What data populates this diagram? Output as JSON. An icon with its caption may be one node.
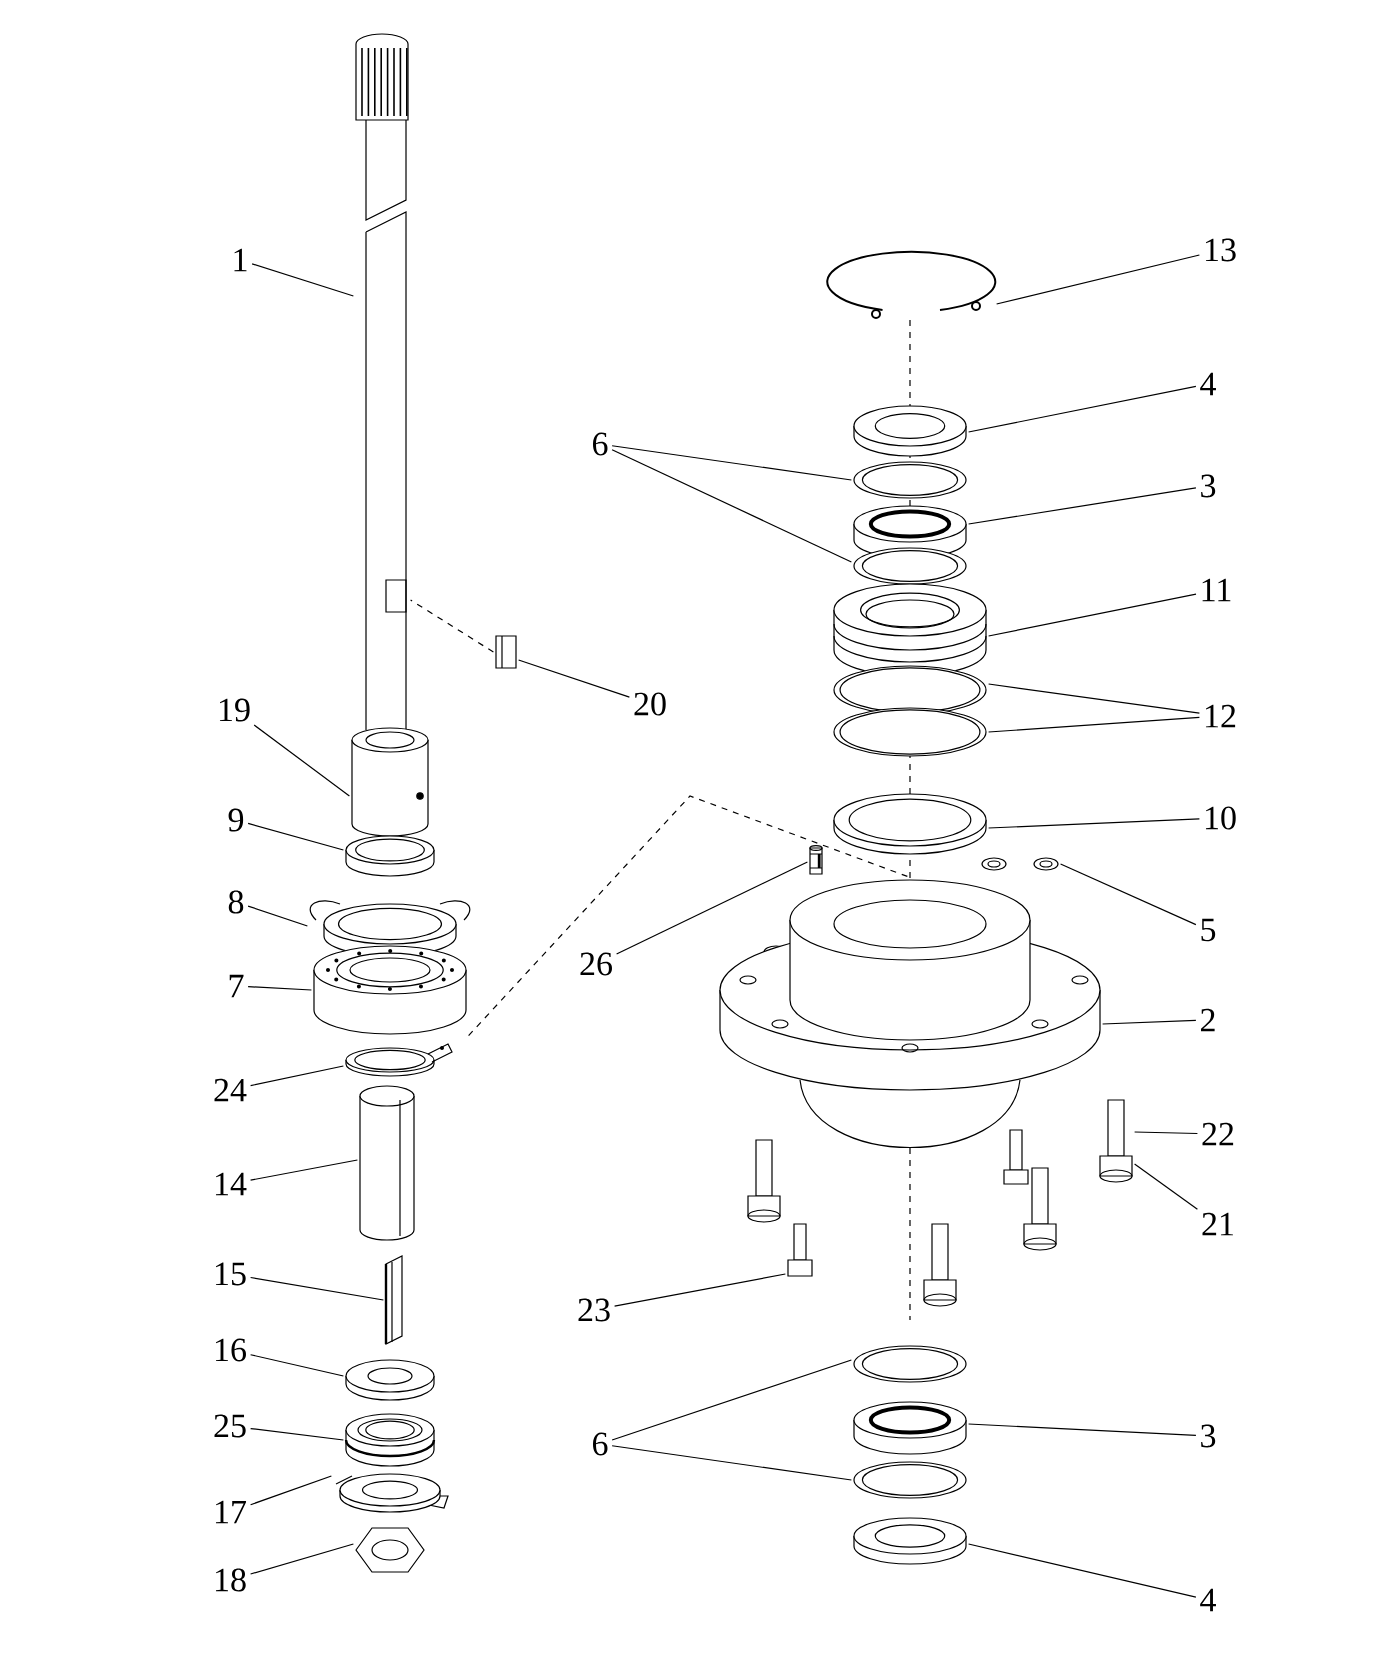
{
  "diagram": {
    "nodes": [
      {
        "text": [
          "13"
        ]
      },
      {
        "text": [
          "1"
        ]
      },
      {
        "text": [
          "4"
        ]
      },
      {
        "text": [
          "6"
        ]
      },
      {
        "text": [
          "3"
        ]
      },
      {
        "text": [
          "11"
        ]
      },
      {
        "text": [
          "12"
        ]
      },
      {
        "text": [
          "20"
        ]
      },
      {
        "text": [
          "19"
        ]
      },
      {
        "text": [
          "10"
        ]
      },
      {
        "text": [
          "9"
        ]
      },
      {
        "text": [
          "8"
        ]
      },
      {
        "text": [
          "5"
        ]
      },
      {
        "text": [
          "26"
        ]
      },
      {
        "text": [
          "7"
        ]
      },
      {
        "text": [
          "2"
        ]
      },
      {
        "text": [
          "24"
        ]
      },
      {
        "text": [
          "22"
        ]
      },
      {
        "text": [
          "14"
        ]
      },
      {
        "text": [
          "21"
        ]
      },
      {
        "text": [
          "15"
        ]
      },
      {
        "text": [
          "23"
        ]
      },
      {
        "text": [
          "16"
        ]
      },
      {
        "text": [
          "25"
        ]
      },
      {
        "text": [
          "6"
        ]
      },
      {
        "text": [
          "3"
        ]
      },
      {
        "text": [
          "17"
        ]
      },
      {
        "text": [
          "18"
        ]
      },
      {
        "text": [
          "4"
        ]
      },
      {
        "text": [],
        "shape": "picture"
      },
      {
        "text": [],
        "shape": "picture"
      },
      {
        "text": [],
        "shape": "picture"
      },
      {
        "text": [],
        "shape": "picture"
      },
      {
        "text": [],
        "shape": "picture"
      },
      {
        "text": [],
        "shape": "picture"
      },
      {
        "text": [],
        "shape": "picture"
      },
      {
        "text": [],
        "shape": "picture"
      },
      {
        "text": [],
        "shape": "picture"
      },
      {
        "text": [],
        "shape": "picture"
      },
      {
        "text": [],
        "shape": "picture"
      },
      {
        "text": [],
        "shape": "picture"
      },
      {
        "text": [],
        "shape": "picture"
      },
      {
        "text": [],
        "shape": "picture"
      },
      {
        "text": [],
        "shape": "picture"
      },
      {
        "text": [],
        "shape": "picture"
      },
      {
        "text": [],
        "shape": "picture"
      },
      {
        "text": [],
        "shape": "picture"
      },
      {
        "text": [],
        "shape": "picture"
      },
      {
        "text": [],
        "shape": "picture"
      },
      {
        "text": [],
        "shape": "picture"
      },
      {
        "text": [],
        "shape": "picture"
      },
      {
        "text": [],
        "shape": "picture"
      },
      {
        "text": [],
        "shape": "picture"
      },
      {
        "text": [],
        "shape": "picture"
      },
      {
        "text": [],
        "shape": "picture"
      },
      {
        "text": [],
        "shape": "picture"
      },
      {
        "text": [],
        "shape": "picture"
      },
      {
        "text": [],
        "shape": "picture"
      },
      {
        "text": [],
        "shape": "picture"
      },
      {
        "text": [],
        "shape": "picture"
      }
    ],
    "edges": [
      {
        "from": 0,
        "to": 29,
        "arrow": "none"
      },
      {
        "from": 1,
        "to": 30,
        "arrow": "none"
      },
      {
        "from": 2,
        "to": 31,
        "arrow": "none"
      },
      {
        "from": 3,
        "to": 32,
        "arrow": "none"
      },
      {
        "from": 3,
        "to": 34,
        "arrow": "none"
      },
      {
        "from": 4,
        "to": 33,
        "arrow": "none"
      },
      {
        "from": 5,
        "to": 35,
        "arrow": "none"
      },
      {
        "from": 6,
        "to": 36,
        "arrow": "none"
      },
      {
        "from": 6,
        "to": 37,
        "arrow": "none"
      },
      {
        "from": 7,
        "to": 38,
        "arrow": "none"
      },
      {
        "from": 8,
        "to": 39,
        "arrow": "none"
      },
      {
        "from": 9,
        "to": 40,
        "arrow": "none"
      },
      {
        "from": 10,
        "to": 41,
        "arrow": "none"
      },
      {
        "from": 11,
        "to": 42,
        "arrow": "none"
      },
      {
        "from": 12,
        "to": 43,
        "arrow": "none"
      },
      {
        "from": 13,
        "to": 44,
        "arrow": "none"
      },
      {
        "from": 14,
        "to": 45,
        "arrow": "none"
      },
      {
        "from": 15,
        "to": 46,
        "arrow": "none"
      },
      {
        "from": 16,
        "to": 47,
        "arrow": "none"
      },
      {
        "from": 17,
        "to": 48,
        "arrow": "none"
      },
      {
        "from": 18,
        "to": 49,
        "arrow": "none"
      },
      {
        "from": 19,
        "to": 48,
        "arrow": "none"
      },
      {
        "from": 20,
        "to": 50,
        "arrow": "none"
      },
      {
        "from": 21,
        "to": 51,
        "arrow": "none"
      },
      {
        "from": 22,
        "to": 52,
        "arrow": "none"
      },
      {
        "from": 23,
        "to": 53,
        "arrow": "none"
      },
      {
        "from": 24,
        "to": 54,
        "arrow": "none"
      },
      {
        "from": 24,
        "to": 56,
        "arrow": "none"
      },
      {
        "from": 25,
        "to": 55,
        "arrow": "none"
      },
      {
        "from": 26,
        "to": 57,
        "arrow": "none"
      },
      {
        "from": 27,
        "to": 58,
        "arrow": "none"
      },
      {
        "from": 28,
        "to": 59,
        "arrow": "none"
      },
      {
        "from": 38,
        "to": 30,
        "arrow": "none",
        "style": "dashed"
      },
      {
        "from": 45,
        "to": 46,
        "arrow": "none",
        "style": "dashed"
      }
    ]
  }
}
